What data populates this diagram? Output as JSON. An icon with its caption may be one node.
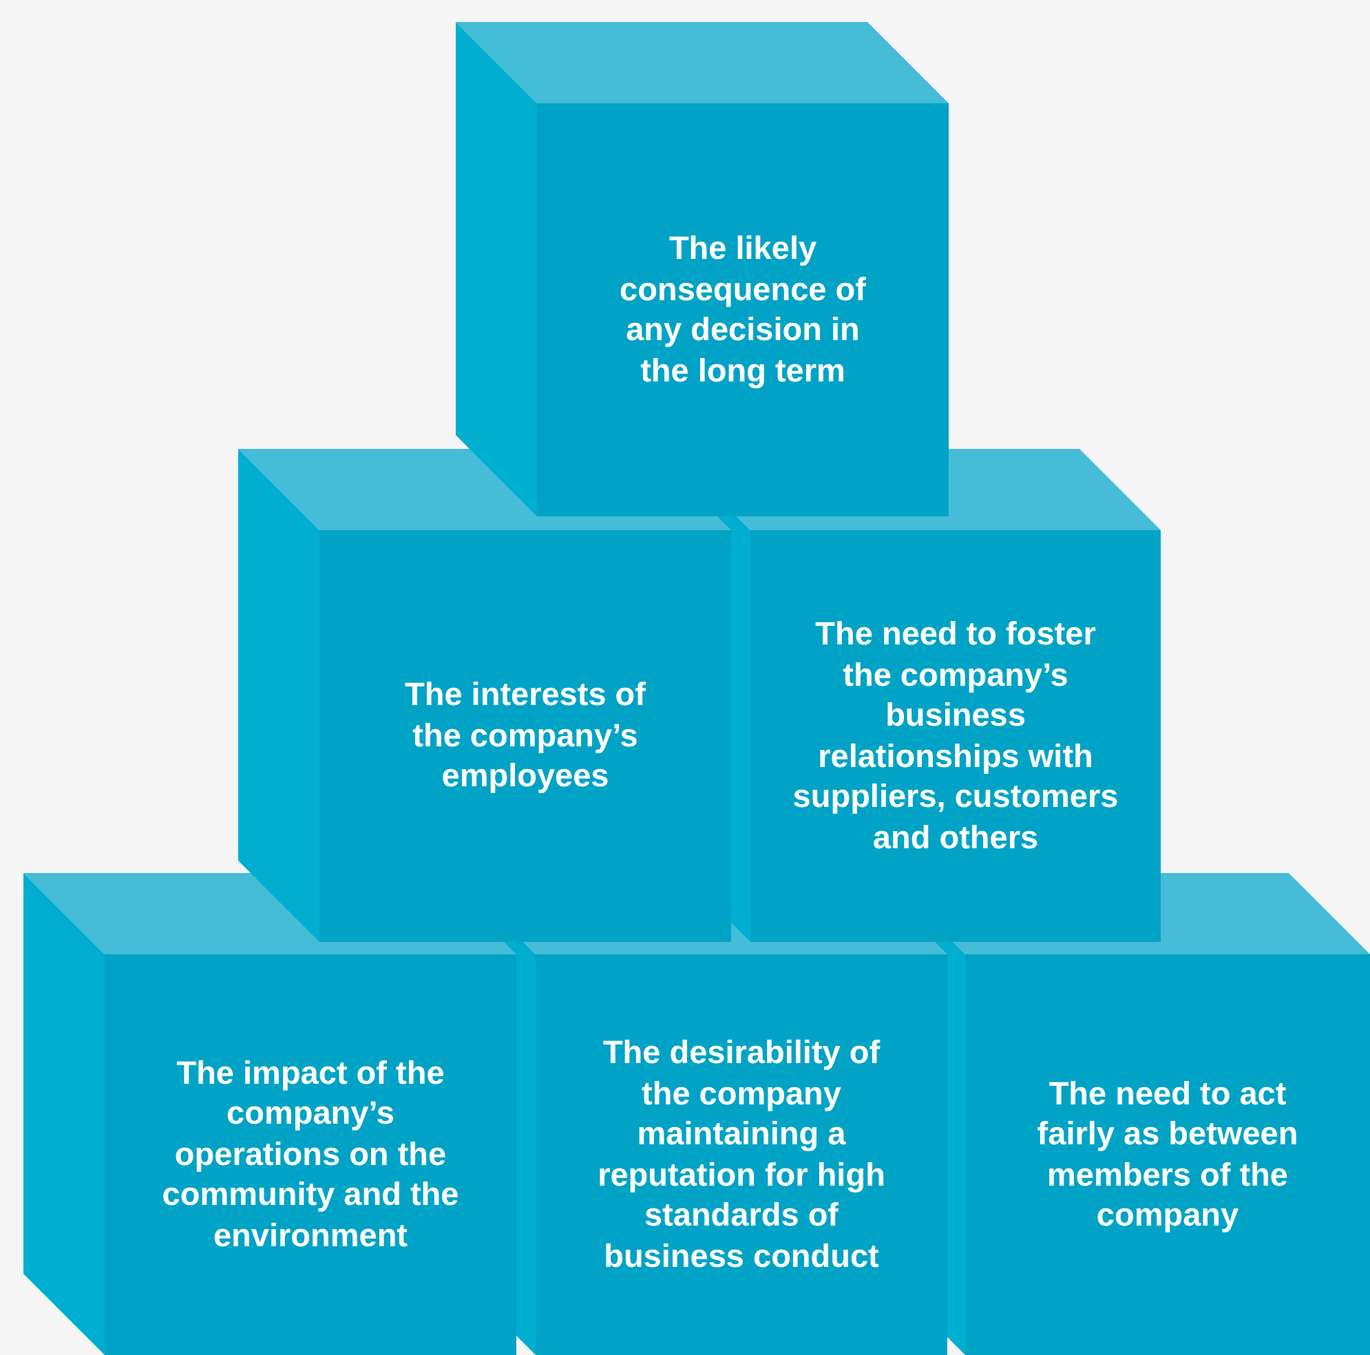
{
  "diagram": {
    "nodes": [
      {
        "text": [
          "The likely consequence of any decision in the long term"
        ]
      },
      {
        "text": [
          "The interests of the company’s employees"
        ]
      },
      {
        "text": [
          "The need to foster the company’s business relationships with suppliers, customers and others"
        ]
      },
      {
        "text": [
          "The impact of the company’s operations on the community and the environment"
        ]
      },
      {
        "text": [
          "The desirability of the company maintaining a reputation for high standards of business conduct"
        ]
      },
      {
        "text": [
          "The need to act fairly as between members of the company"
        ]
      }
    ]
  }
}
